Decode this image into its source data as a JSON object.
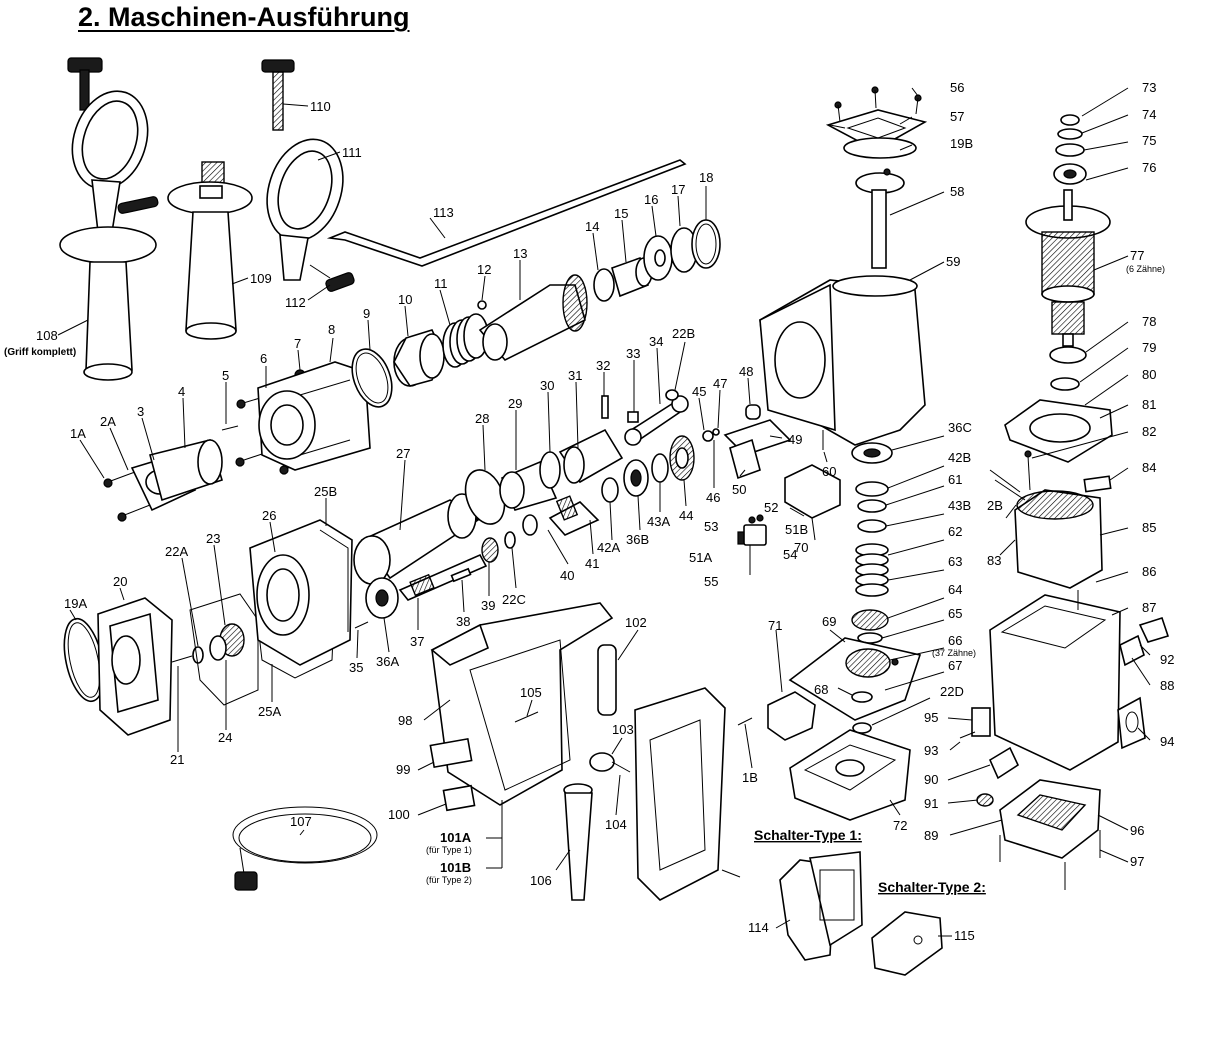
{
  "title": "2. Maschinen-Ausführung",
  "switch_type_1": "Schalter-Type 1:",
  "switch_type_2": "Schalter-Type 2:",
  "labels": {
    "l108": "108",
    "l108_sub": "(Griff komplett)",
    "l109": "109",
    "l110": "110",
    "l111": "111",
    "l112": "112",
    "l113": "113",
    "l1A": "1A",
    "l2A": "2A",
    "l3": "3",
    "l4": "4",
    "l5": "5",
    "l6": "6",
    "l7": "7",
    "l8": "8",
    "l9": "9",
    "l10": "10",
    "l11": "11",
    "l12": "12",
    "l13": "13",
    "l14": "14",
    "l15": "15",
    "l16": "16",
    "l17": "17",
    "l18": "18",
    "l19A": "19A",
    "l20": "20",
    "l21": "21",
    "l22A": "22A",
    "l23": "23",
    "l24": "24",
    "l25A": "25A",
    "l25B": "25B",
    "l26": "26",
    "l27": "27",
    "l28": "28",
    "l29": "29",
    "l30": "30",
    "l31": "31",
    "l32": "32",
    "l33": "33",
    "l34": "34",
    "l22B": "22B",
    "l35": "35",
    "l36A": "36A",
    "l37": "37",
    "l38": "38",
    "l39": "39",
    "l22C": "22C",
    "l40": "40",
    "l41": "41",
    "l42A": "42A",
    "l36B": "36B",
    "l43A": "43A",
    "l44": "44",
    "l45": "45",
    "l46": "46",
    "l47": "47",
    "l48": "48",
    "l49": "49",
    "l50": "50",
    "l51A": "51A",
    "l51B": "51B",
    "l52": "52",
    "l53": "53",
    "l54": "54",
    "l55": "55",
    "l56": "56",
    "l57": "57",
    "l19B": "19B",
    "l58": "58",
    "l59": "59",
    "l60": "60",
    "l36C": "36C",
    "l42B": "42B",
    "l61": "61",
    "l43B": "43B",
    "l62": "62",
    "l63": "63",
    "l64": "64",
    "l65": "65",
    "l66": "66",
    "l66_sub": "(37 Zähne)",
    "l67": "67",
    "l68": "68",
    "l69": "69",
    "l70": "70",
    "l71": "71",
    "l22D": "22D",
    "l72": "72",
    "l73": "73",
    "l74": "74",
    "l75": "75",
    "l76": "76",
    "l77": "77",
    "l77_sub": "(6 Zähne)",
    "l78": "78",
    "l79": "79",
    "l80": "80",
    "l81": "81",
    "l82": "82",
    "l84": "84",
    "l2B": "2B",
    "l83": "83",
    "l85": "85",
    "l86": "86",
    "l87": "87",
    "l88": "88",
    "l92": "92",
    "l94": "94",
    "l95": "95",
    "l93": "93",
    "l90": "90",
    "l91": "91",
    "l89": "89",
    "l96": "96",
    "l97": "97",
    "l98": "98",
    "l99": "99",
    "l100": "100",
    "l101A": "101A",
    "l101A_sub": "(für Type 1)",
    "l101B": "101B",
    "l101B_sub": "(für Type 2)",
    "l102": "102",
    "l103": "103",
    "l104": "104",
    "l105": "105",
    "l106": "106",
    "l107": "107",
    "l1B": "1B",
    "l114": "114",
    "l115": "115"
  }
}
